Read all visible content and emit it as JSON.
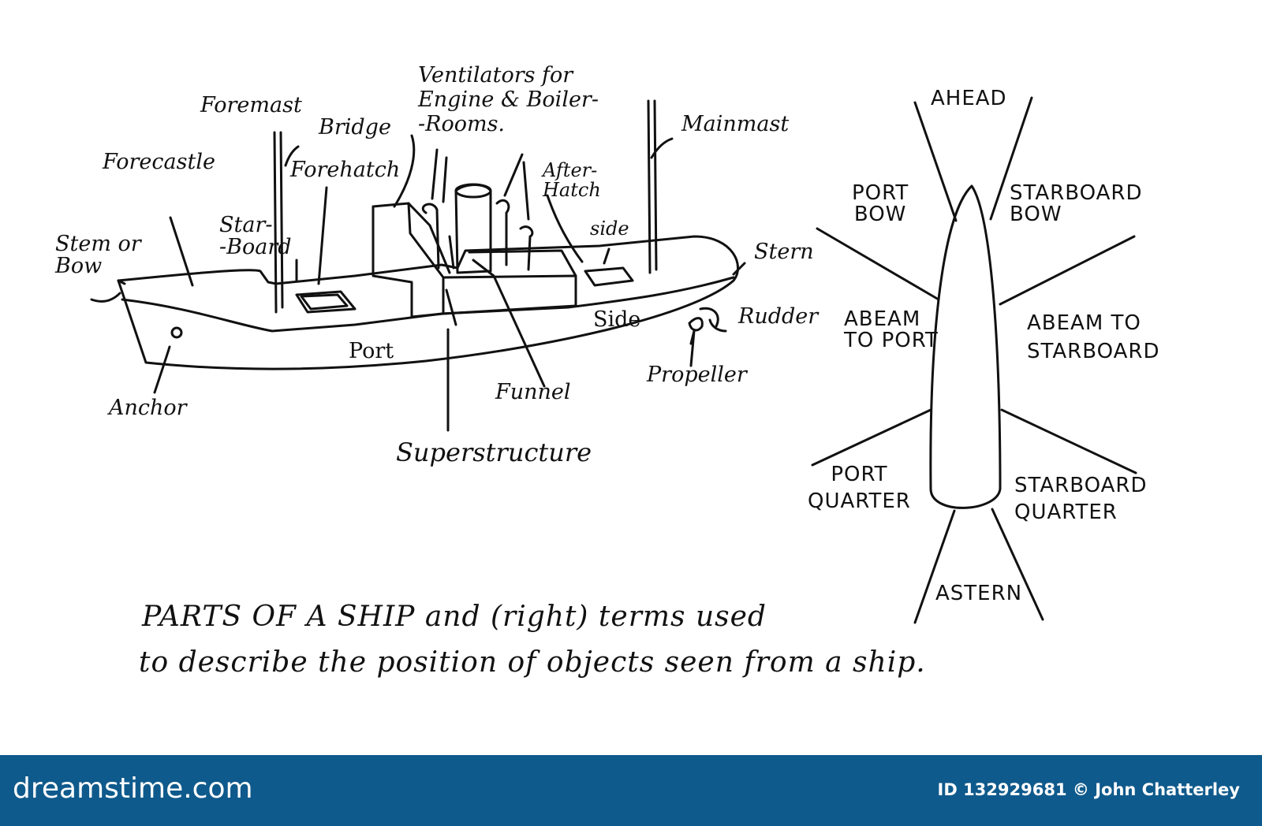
{
  "ship_labels": {
    "stem_or_bow": "Stem or\nBow",
    "forecastle": "Forecastle",
    "foremast": "Foremast",
    "starboard": "Star-\n-Board",
    "forehatch": "Forehatch",
    "bridge": "Bridge",
    "ventilators": "Ventilators for\nEngine & Boiler-\n-Rooms.",
    "after_hatch": "After-\nHatch",
    "side_upper": "side",
    "mainmast": "Mainmast",
    "stern": "Stern",
    "anchor": "Anchor",
    "port": "Port",
    "side_lower": "Side",
    "rudder": "Rudder",
    "propeller": "Propeller",
    "funnel": "Funnel",
    "superstructure": "Superstructure"
  },
  "position_terms": {
    "ahead": "AHEAD",
    "port_bow": "PORT\nBOW",
    "starboard_bow": "STARBOARD\nBOW",
    "abeam_port": "ABEAM\nTO PORT",
    "abeam_starboard": "ABEAM TO\nSTARBOARD",
    "port_quarter": "PORT\nQUARTER",
    "starboard_quarter": "STARBOARD\nQUARTER",
    "astern": "ASTERN"
  },
  "caption": {
    "line1": "PARTS OF A SHIP and (right) terms used",
    "line2": "to describe the position of objects seen from a ship."
  },
  "footer": {
    "brand": "dreamstime.com",
    "credit": "ID 132929681 © John  Chatterley"
  }
}
